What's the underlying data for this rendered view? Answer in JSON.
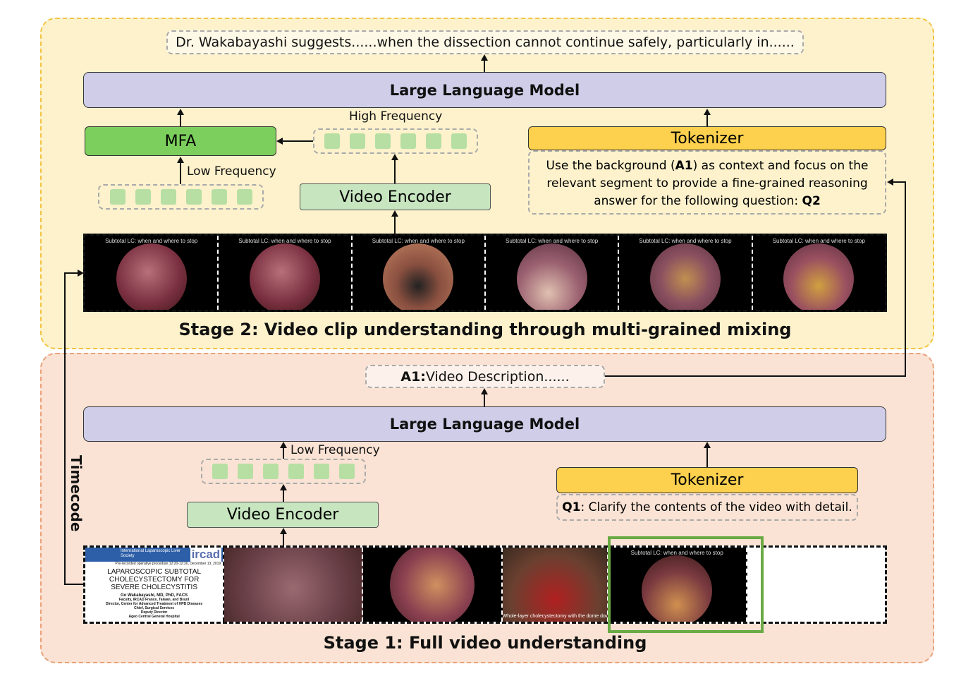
{
  "stage2": {
    "title": "Stage 2: Video clip understanding through multi-grained mixing",
    "output": "Dr. Wakabayashi suggests......when the dissection cannot continue safely, particularly in......",
    "llm": "Large Language Model",
    "mfa": "MFA",
    "high_freq": "High Frequency",
    "low_freq": "Low Frequency",
    "encoder": "Video Encoder",
    "tokenizer": "Tokenizer",
    "prompt": {
      "p1": "Use the background (",
      "a1": "A1",
      "p2": ") as context and focus on the relevant segment to provide a fine-grained reasoning answer for the following question: ",
      "q2": "Q2"
    },
    "frame_caption": "Subtotal LC: when and where to stop"
  },
  "stage1": {
    "title": "Stage 1: Full video understanding",
    "output": {
      "a1": "A1:",
      "text": " Video Description......"
    },
    "llm": "Large Language Model",
    "low_freq": "Low Frequency",
    "encoder": "Video Encoder",
    "tokenizer": "Tokenizer",
    "prompt": {
      "q1": "Q1",
      "text": ": Clarify the contents of the video with detail."
    },
    "slide": {
      "header": "International Laparoscopic Liver Society",
      "brand": "ircad",
      "sub": "Pre-recorded operative procedure 12:20-12:30, December 13, 2019",
      "title": "LAPAROSCOPIC SUBTOTAL CHOLECYSTECTOMY FOR SEVERE CHOLECYSTITIS",
      "author": "Go Wakabayashi, MD, PhD, FACS",
      "l1": "Faculty, IRCAD France, Taiwan, and Brazil",
      "l2": "Director, Center for Advanced Treatment of HPB Diseases",
      "l3": "Chief, Surgical Services",
      "l4": "Deputy Director",
      "l5": "Ageo Central General Hospital"
    },
    "frame4_caption": "Whole-layer cholecystectomy with the dome down technique",
    "frame5_caption": "Subtotal LC: when and where to stop"
  },
  "timecode": "Timecode",
  "colors": {
    "stage2_bg": "#fdf2cc",
    "stage1_bg": "#fae3d4",
    "llm": "#cfcde8",
    "mfa": "#7ccf5c",
    "tokenizer": "#fdd04e",
    "encoder": "#c7e6c0",
    "highlight": "#6aaa44"
  }
}
